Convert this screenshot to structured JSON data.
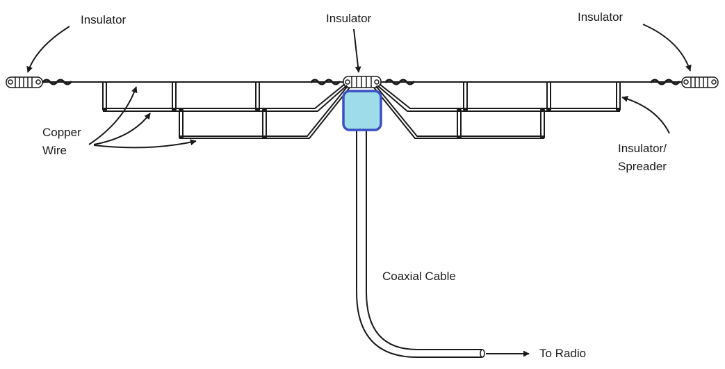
{
  "labels": {
    "insulator_left": "Insulator",
    "insulator_center": "Insulator",
    "insulator_right": "Insulator",
    "copper_wire_line1": "Copper",
    "copper_wire_line2": "Wire",
    "spreader_line1": "Insulator/",
    "spreader_line2": "Spreader",
    "coax": "Coaxial Cable",
    "to_radio": "To Radio"
  },
  "colors": {
    "line": "#1a1a1a",
    "balun_fill": "#9fdcea",
    "balun_stroke": "#3a4fc4",
    "background": "#ffffff"
  },
  "icons": {
    "insulator": "egg-insulator-icon",
    "coil": "wire-wrap-coil",
    "arrow": "pointer-arrow"
  }
}
